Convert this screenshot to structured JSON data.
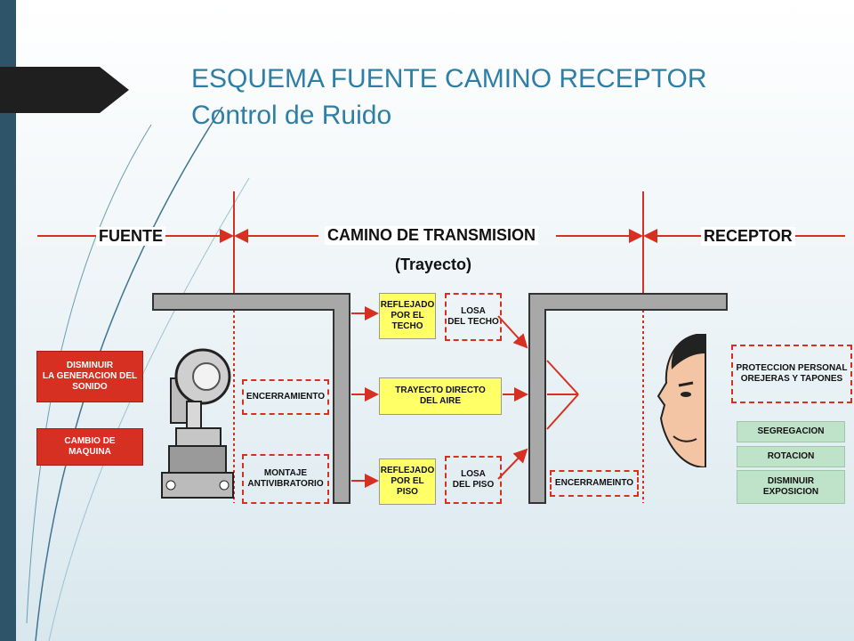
{
  "title": {
    "line1": "ESQUEMA FUENTE CAMINO RECEPTOR",
    "line2": "Control de Ruido"
  },
  "headers": {
    "source": "FUENTE",
    "path": "CAMINO DE TRANSMISION",
    "path_sub": "(Trayecto)",
    "receiver": "RECEPTOR"
  },
  "source_controls": [
    {
      "label": "DISMINUIR\nLA GENERACION DEL\nSONIDO"
    },
    {
      "label": "CAMBIO DE\nMAQUINA"
    }
  ],
  "path_controls": {
    "enclosure": "ENCERRAMIENTO",
    "mounting": "MONTAJE\nANTIVIBRATORIO",
    "reflected_ceiling": "REFLEJADO\nPOR EL\nTECHO",
    "ceiling_slab": "LOSA\nDEL TECHO",
    "direct_air": "TRAYECTO DIRECTO\nDEL AIRE",
    "reflected_floor": "REFLEJADO\nPOR EL\nPISO",
    "floor_slab": "LOSA\nDEL PISO",
    "receiver_enclosure": "ENCERRAMEINTO"
  },
  "receiver_controls": {
    "ppe": "PROTECCION PERSONAL\nOREJERAS Y TAPONES",
    "segregation": "SEGREGACION",
    "rotation": "ROTACION",
    "reduce_exposure": "DISMINUIR\nEXPOSICION"
  },
  "colors": {
    "accent": "#2e7fa6",
    "red": "#d63023",
    "yellow": "#ffff66",
    "green": "#bfe3c9",
    "sidebar": "#2e5469"
  }
}
